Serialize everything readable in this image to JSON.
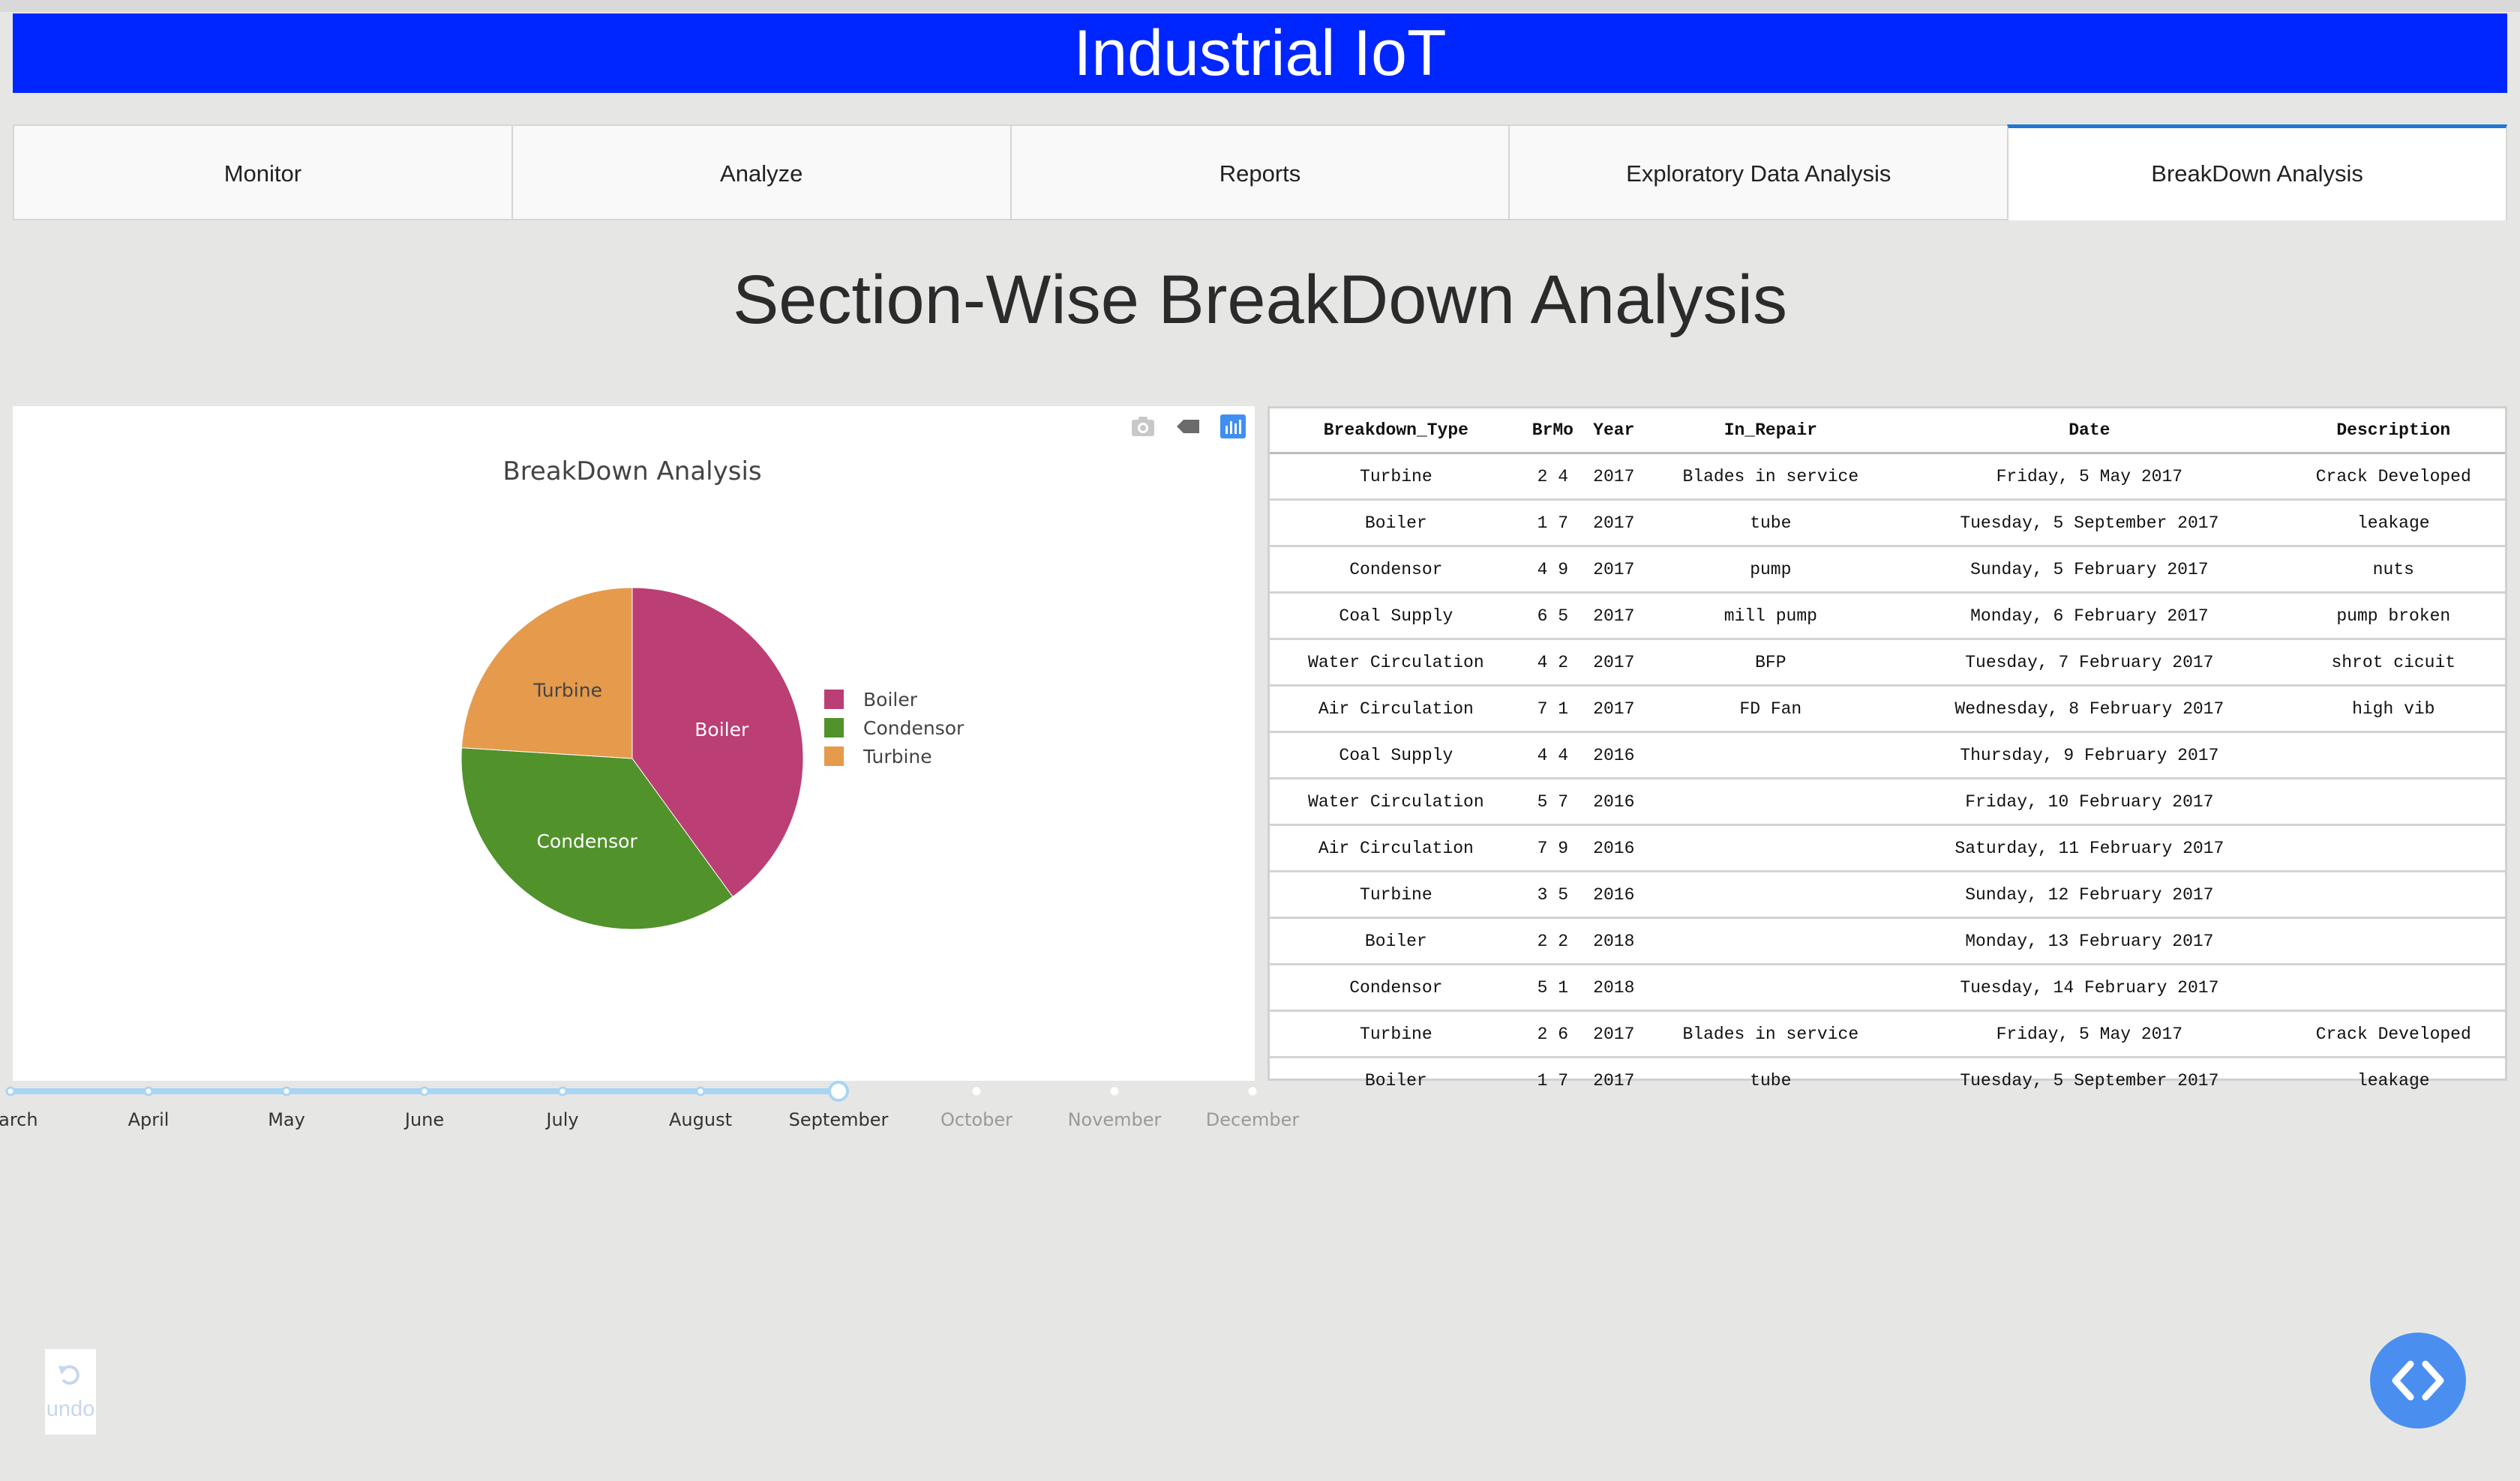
{
  "app": {
    "title": "Industrial IoT"
  },
  "tabs": [
    {
      "label": "Monitor",
      "active": false
    },
    {
      "label": "Analyze",
      "active": false
    },
    {
      "label": "Reports",
      "active": false
    },
    {
      "label": "Exploratory Data Analysis",
      "active": false
    },
    {
      "label": "BreakDown Analysis",
      "active": true
    }
  ],
  "section": {
    "title": "Section-Wise BreakDown Analysis"
  },
  "graph": {
    "modebar_icons": [
      "camera-icon",
      "tag-icon",
      "plotly-logo-icon"
    ]
  },
  "chart_data": {
    "type": "pie",
    "title": "BreakDown Analysis",
    "labels": [
      "Boiler",
      "Condensor",
      "Turbine"
    ],
    "values": [
      40,
      36,
      24
    ],
    "colors": [
      "#bb3e74",
      "#51922b",
      "#e59a4c"
    ],
    "legend_position": "right"
  },
  "table": {
    "columns": [
      "Breakdown_Type",
      "BrMo",
      "Year",
      "In_Repair",
      "Date",
      "Description"
    ],
    "rows": [
      [
        "Turbine",
        "2 4",
        "2017",
        "Blades in service",
        "Friday, 5 May 2017",
        "Crack Developed"
      ],
      [
        "Boiler",
        "1 7",
        "2017",
        "tube",
        "Tuesday, 5 September 2017",
        "leakage"
      ],
      [
        "Condensor",
        "4 9",
        "2017",
        "pump",
        "Sunday, 5 February 2017",
        "nuts"
      ],
      [
        "Coal Supply",
        "6 5",
        "2017",
        "mill pump",
        "Monday, 6 February 2017",
        "pump broken"
      ],
      [
        "Water Circulation",
        "4 2",
        "2017",
        "BFP",
        "Tuesday, 7 February 2017",
        "shrot cicuit"
      ],
      [
        "Air Circulation",
        "7 1",
        "2017",
        "FD Fan",
        "Wednesday, 8 February 2017",
        "high vib"
      ],
      [
        "Coal Supply",
        "4 4",
        "2016",
        "",
        "Thursday, 9 February 2017",
        ""
      ],
      [
        "Water Circulation",
        "5 7",
        "2016",
        "",
        "Friday, 10 February 2017",
        ""
      ],
      [
        "Air Circulation",
        "7 9",
        "2016",
        "",
        "Saturday, 11 February 2017",
        ""
      ],
      [
        "Turbine",
        "3 5",
        "2016",
        "",
        "Sunday, 12 February 2017",
        ""
      ],
      [
        "Boiler",
        "2 2",
        "2018",
        "",
        "Monday, 13 February 2017",
        ""
      ],
      [
        "Condensor",
        "5 1",
        "2018",
        "",
        "Tuesday, 14 February 2017",
        ""
      ],
      [
        "Turbine",
        "2 6",
        "2017",
        "Blades in service",
        "Friday, 5 May 2017",
        "Crack Developed"
      ],
      [
        "Boiler",
        "1 7",
        "2017",
        "tube",
        "Tuesday, 5 September 2017",
        "leakage"
      ]
    ]
  },
  "slider": {
    "months": [
      "March",
      "April",
      "May",
      "June",
      "July",
      "August",
      "September",
      "October",
      "November",
      "December"
    ],
    "selected": "September",
    "active_color": "#a9d5f5",
    "inactive_color": "#999999"
  },
  "undo": {
    "label": "undo"
  }
}
